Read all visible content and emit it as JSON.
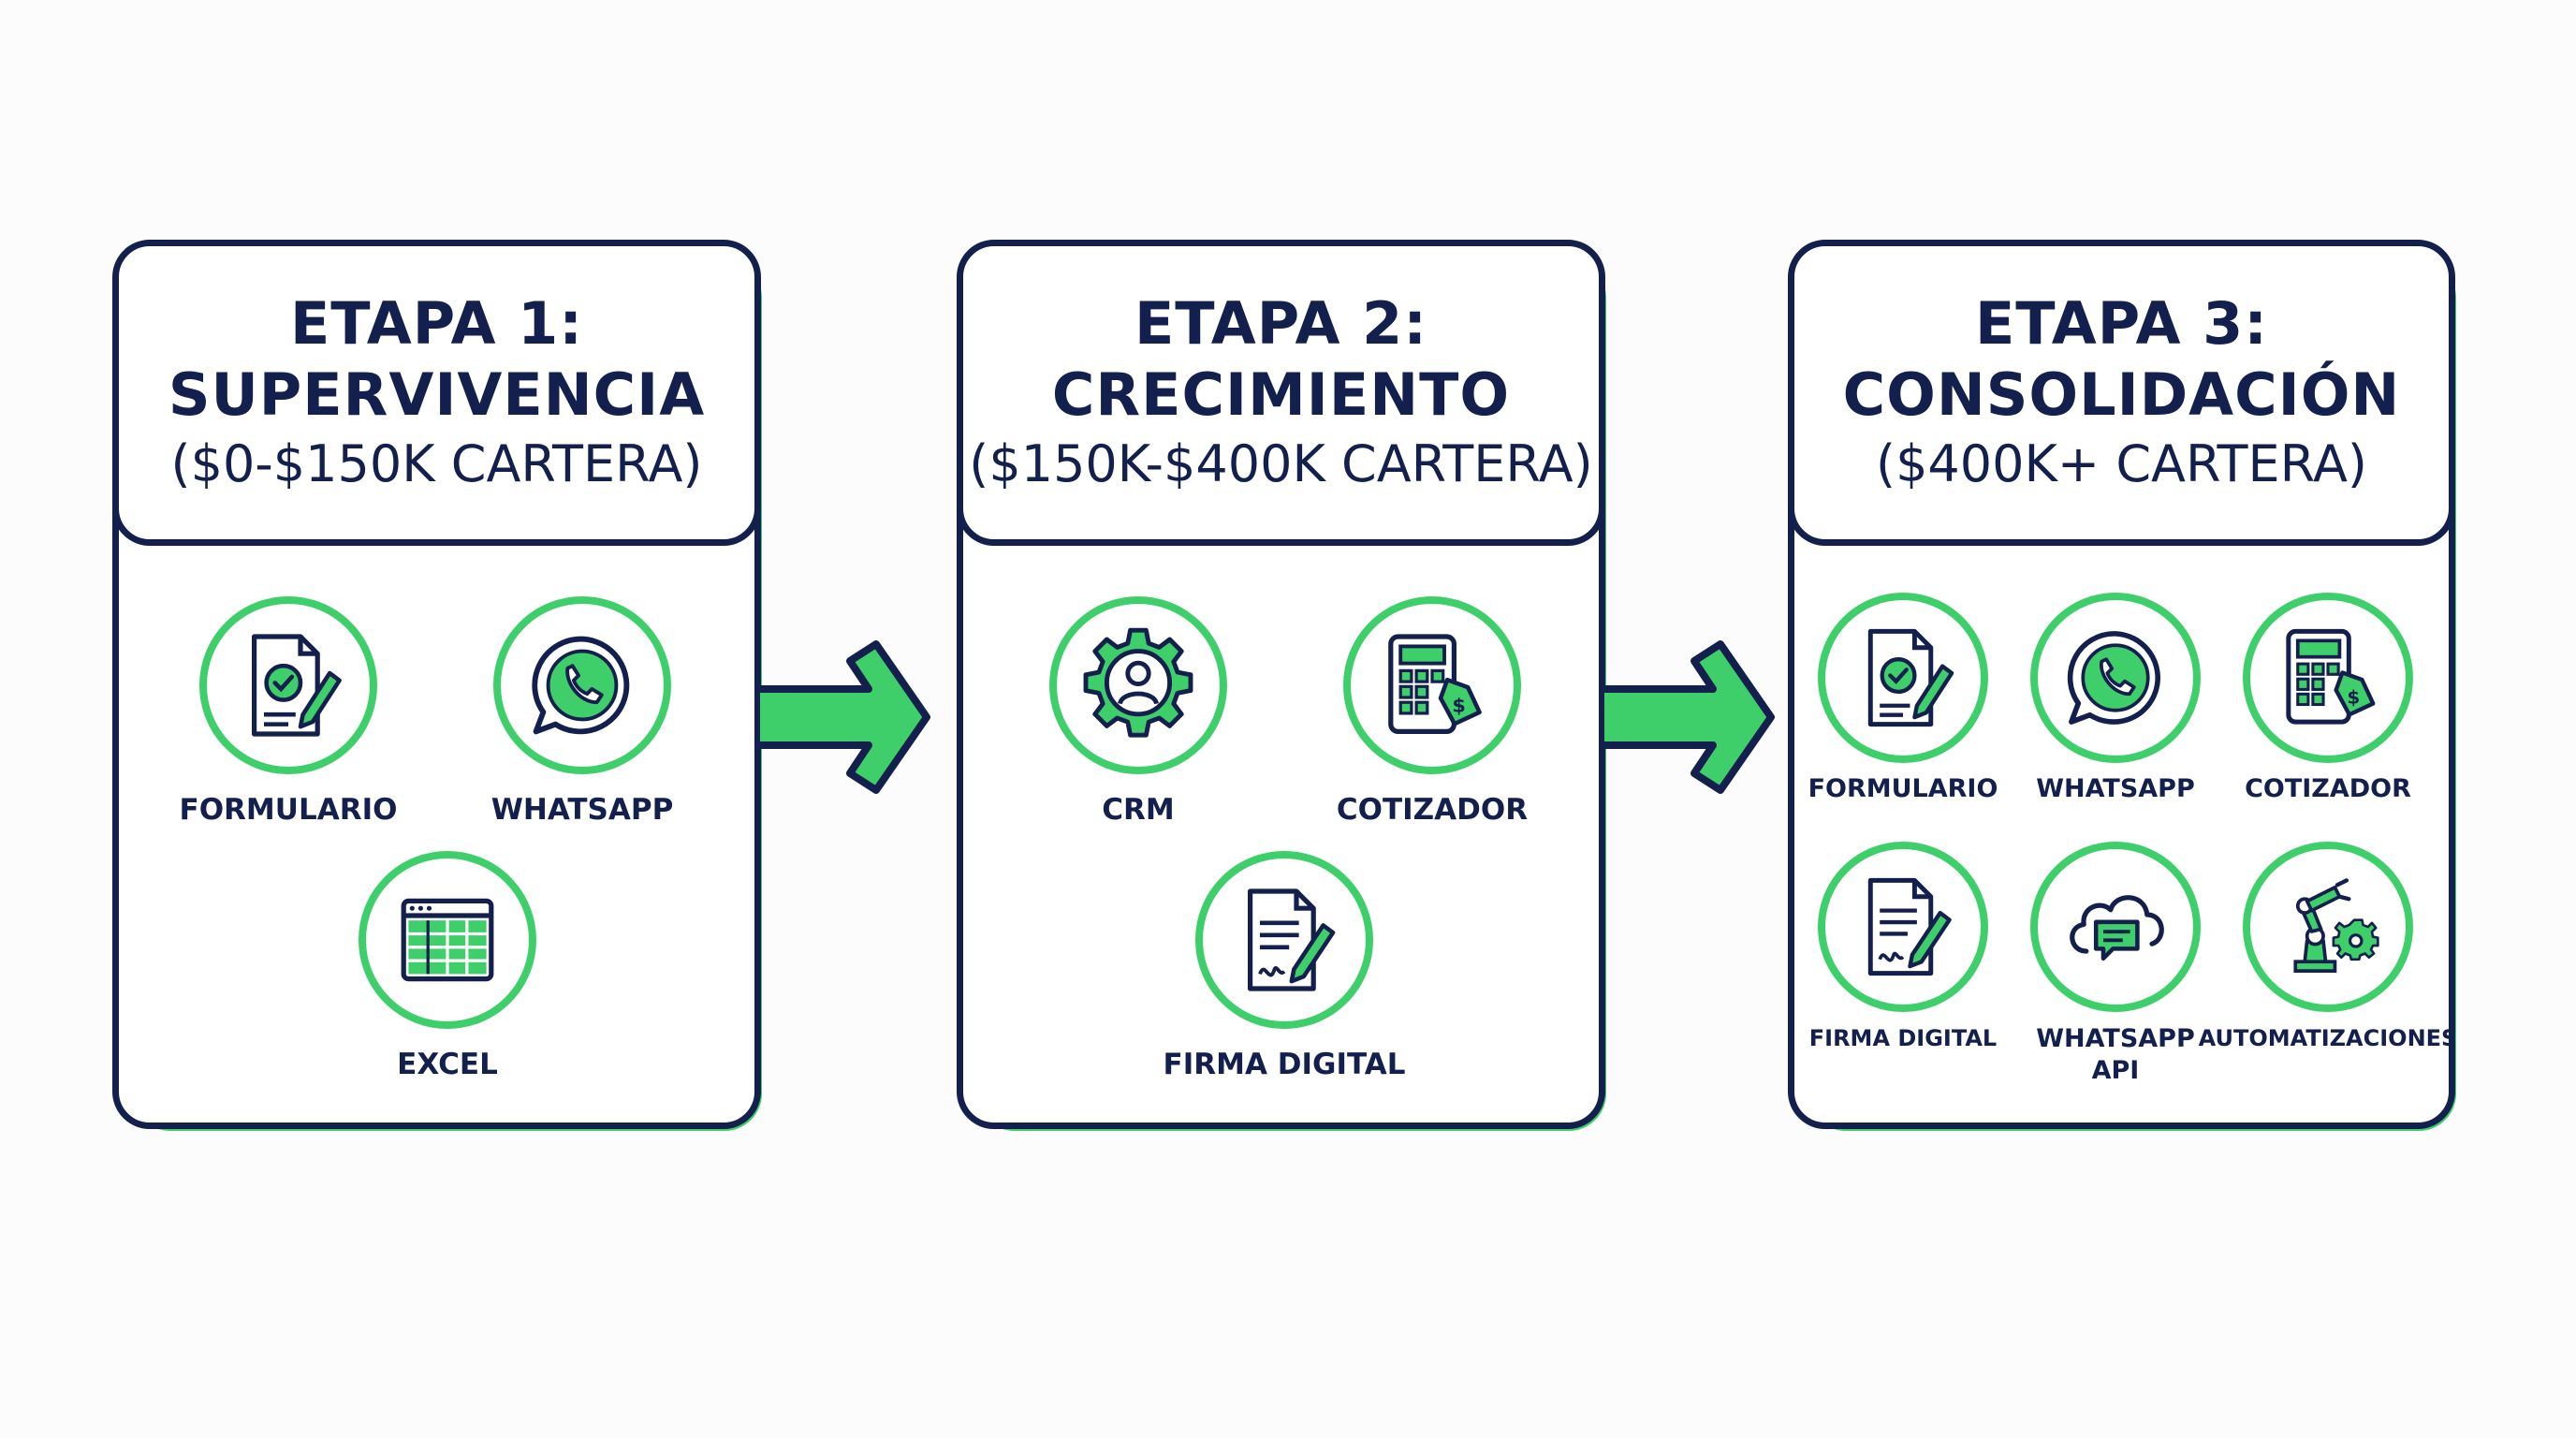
{
  "stages": [
    {
      "title_line1": "ETAPA 1:",
      "title_line2": "SUPERVIVENCIA",
      "subtitle": "($0-$150K CARTERA)",
      "tools": [
        "FORMULARIO",
        "WHATSAPP",
        "EXCEL"
      ]
    },
    {
      "title_line1": "ETAPA 2:",
      "title_line2": "CRECIMIENTO",
      "subtitle": "($150K-$400K CARTERA)",
      "tools": [
        "CRM",
        "COTIZADOR",
        "FIRMA DIGITAL"
      ]
    },
    {
      "title_line1": "ETAPA 3:",
      "title_line2": "CONSOLIDACIÓN",
      "subtitle": "($400K+ CARTERA)",
      "tools": [
        "FORMULARIO",
        "WHATSAPP",
        "COTIZADOR",
        "FIRMA DIGITAL",
        "WHATSAPP API",
        "AUTOMATIZACIONES"
      ]
    }
  ],
  "colors": {
    "navy": "#13204d",
    "green": "#3ecf6a",
    "background": "#fbfcfb"
  },
  "icons": [
    "form-check-icon",
    "whatsapp-icon",
    "spreadsheet-icon",
    "crm-gear-icon",
    "calculator-tag-icon",
    "document-sign-icon",
    "cloud-chat-icon",
    "robot-arm-icon",
    "arrow-right-icon"
  ]
}
